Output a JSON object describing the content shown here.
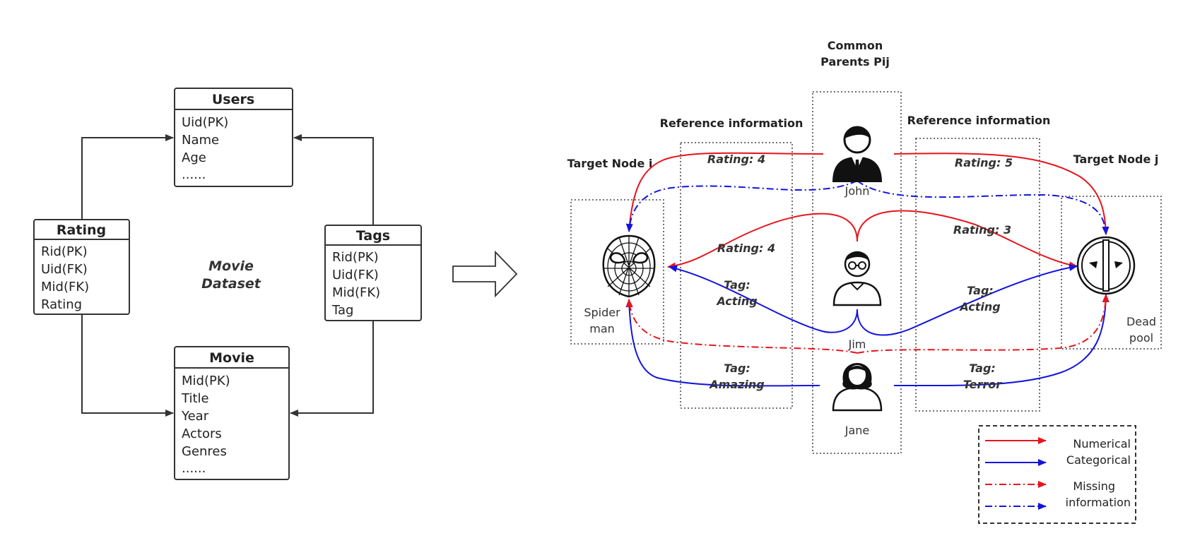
{
  "schema": {
    "center_label": [
      "Movie",
      "Dataset"
    ],
    "tables": {
      "users": {
        "title": "Users",
        "fields": [
          "Uid(PK)",
          "Name",
          "Age",
          "......"
        ]
      },
      "rating": {
        "title": "Rating",
        "fields": [
          "Rid(PK)",
          "Uid(FK)",
          "Mid(FK)",
          "Rating"
        ]
      },
      "tags": {
        "title": "Tags",
        "fields": [
          "Rid(PK)",
          "Uid(FK)",
          "Mid(FK)",
          "Tag"
        ]
      },
      "movie": {
        "title": "Movie",
        "fields": [
          "Mid(PK)",
          "Title",
          "Year",
          "Actors",
          "Genres",
          "......"
        ]
      }
    }
  },
  "graph": {
    "headings": {
      "common_parents": [
        "Common",
        "Parents Pij"
      ],
      "reference_left": "Reference information",
      "reference_right": "Reference information",
      "target_i": "Target Node i",
      "target_j": "Target Node j"
    },
    "nodes": {
      "spider": [
        "Spider",
        "man"
      ],
      "dead": [
        "Dead",
        "pool"
      ],
      "john": "John",
      "jim": "Jim",
      "jane": "Jane"
    },
    "edge_labels": {
      "john_i": "Rating: 4",
      "john_j": "Rating: 5",
      "jim_i": "Rating: 4",
      "jim_j": "Rating: 3",
      "jim_tag_i": [
        "Tag:",
        "Acting"
      ],
      "jim_tag_j": [
        "Tag:",
        "Acting"
      ],
      "jane_tag_i": [
        "Tag:",
        "Amazing"
      ],
      "jane_tag_j": [
        "Tag:",
        "Terror"
      ]
    },
    "legend": {
      "numerical": "Numerical",
      "categorical": "Categorical",
      "missing": [
        "Missing",
        "information"
      ]
    },
    "colors": {
      "numerical": "#e8141c",
      "categorical": "#1414e0",
      "line": "#333333"
    },
    "icons": {
      "spider": "spiderman-mask-icon",
      "dead": "deadpool-mask-icon",
      "john": "person-suit-icon",
      "jim": "person-glasses-icon",
      "jane": "person-woman-icon",
      "arrow": "big-right-arrow-icon"
    }
  }
}
